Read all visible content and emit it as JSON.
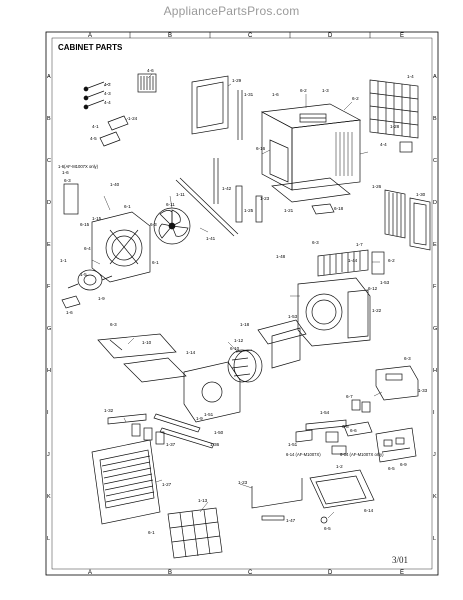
{
  "watermark": "AppliancePartsPros.com",
  "section_title": "CABINET PARTS",
  "page_ref": "3/01",
  "grid": {
    "columns": [
      "A",
      "B",
      "C",
      "D",
      "E"
    ],
    "rows": [
      "A",
      "B",
      "C",
      "D",
      "E",
      "F",
      "G",
      "H",
      "I",
      "J",
      "K",
      "L"
    ]
  },
  "notes": {
    "model_note_1": "1-6(AF-M1007X only)",
    "model_note_2": "6-14\n(AF-M1007X)",
    "model_note_3": "6-14\n(AF-M1007X only)"
  },
  "callouts": [
    "4-6",
    "4-2",
    "4-3",
    "4-4",
    "1-24",
    "4-1",
    "4-5",
    "1-29",
    "1-31",
    "1-6",
    "6-2",
    "1-3",
    "6-2",
    "1-4",
    "1-28",
    "4-4",
    "1-6",
    "6-16",
    "1-42",
    "6-3",
    "1-11",
    "1-40",
    "6-1",
    "1-15",
    "6-15",
    "6-4",
    "6-11",
    "6-3",
    "1-41",
    "1-26",
    "1-21",
    "6-18",
    "1-23",
    "1-48",
    "6-1",
    "1-25",
    "1-30",
    "6-3",
    "1-7",
    "1-44",
    "6-2",
    "6-12",
    "1-53",
    "1-5",
    "1-9",
    "1-22",
    "6-3",
    "1-10",
    "1-1",
    "1-12",
    "1-14",
    "1-6",
    "6-10",
    "1-18",
    "1-53",
    "6-3",
    "1-33",
    "1-32",
    "1-51",
    "6-7",
    "6-8",
    "1-9",
    "1-50",
    "1-37",
    "1-36",
    "1-27",
    "1-54",
    "6-9",
    "6-5",
    "6-14",
    "1-51",
    "1-2",
    "1-13",
    "6-6",
    "1-23",
    "6-5",
    "1-47",
    "6-1"
  ]
}
